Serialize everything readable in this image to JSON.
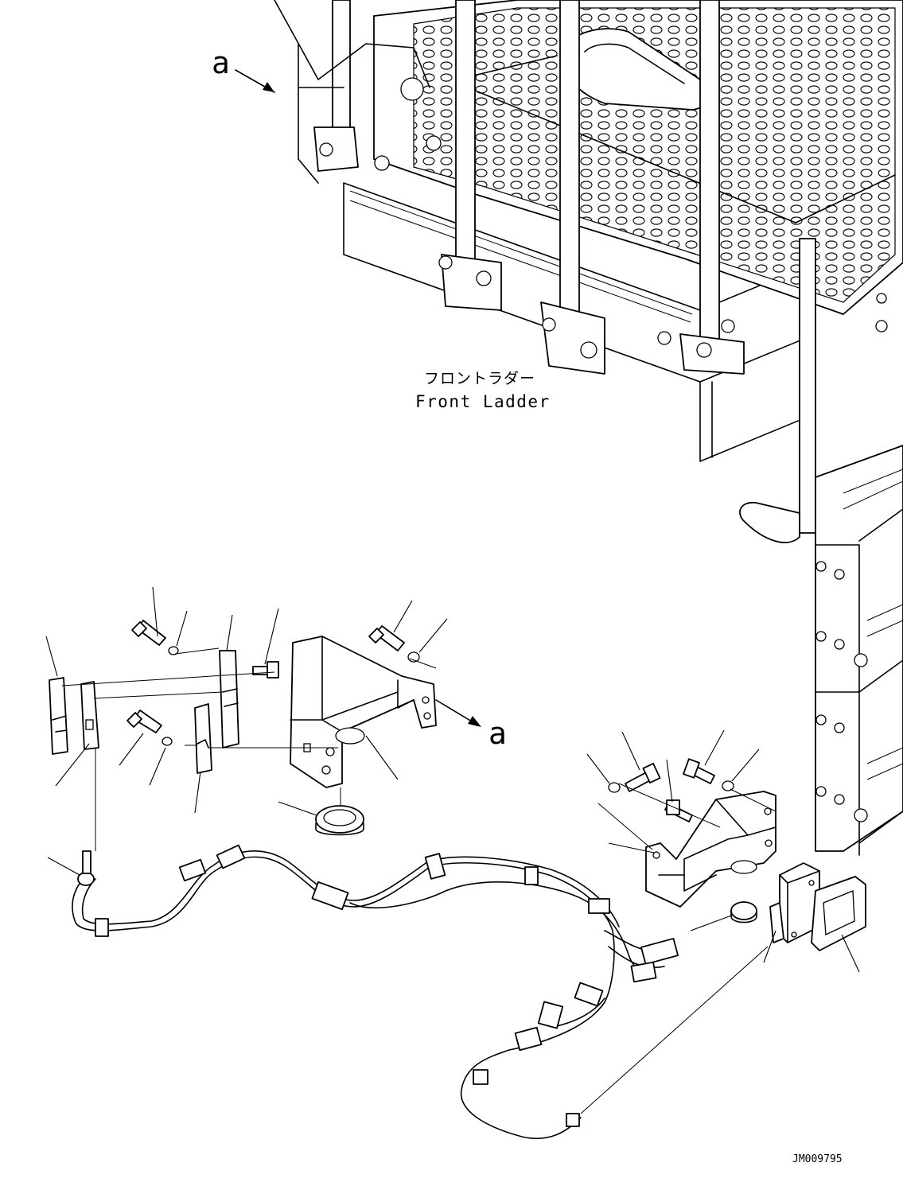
{
  "labels": {
    "arrow_top": "a",
    "arrow_mid": "a",
    "ladder_jp": "フロントラダー",
    "ladder_en": "Front Ladder",
    "drawing_id": "JM009795"
  }
}
